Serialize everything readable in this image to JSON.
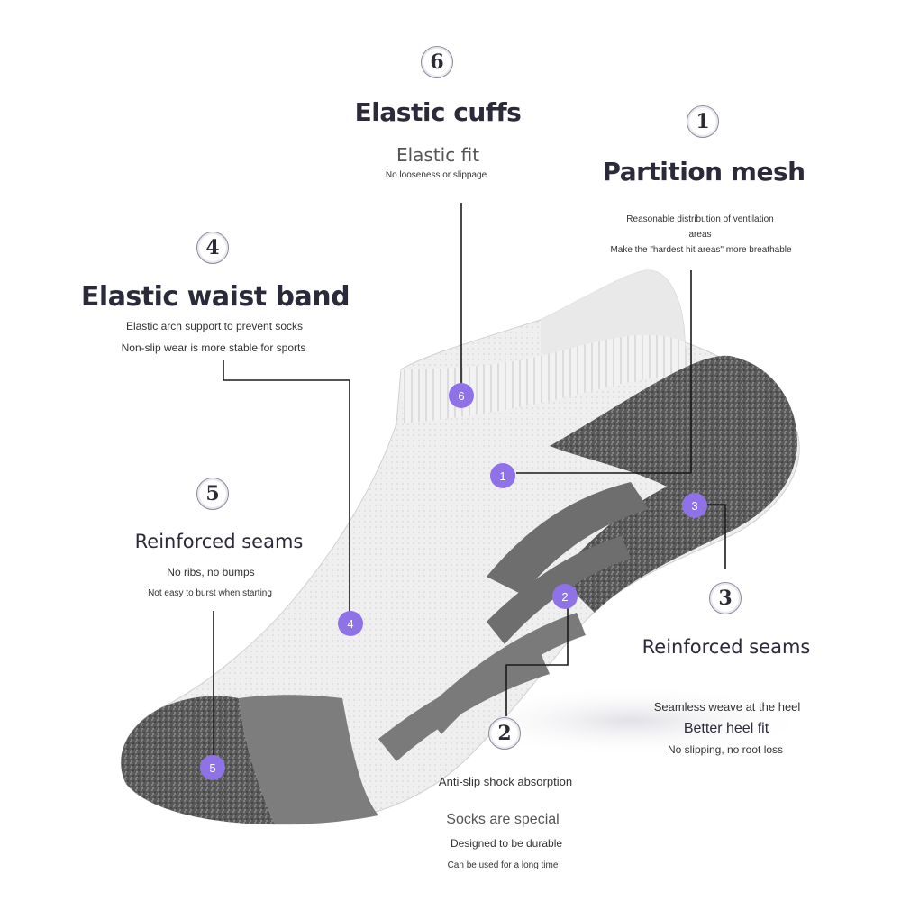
{
  "features": {
    "f6": {
      "num": "6",
      "title": "Elastic cuffs",
      "subtitle": "Elastic fit",
      "desc": "No looseness or slippage"
    },
    "f1": {
      "num": "1",
      "title": "Partition mesh",
      "desc1": "Reasonable distribution of ventilation",
      "desc2": "areas",
      "desc3": "Make the \"hardest hit areas\" more breathable"
    },
    "f4": {
      "num": "4",
      "title": "Elastic waist band",
      "desc1": "Elastic arch support to prevent socks",
      "desc2": "Non-slip wear is more stable for sports"
    },
    "f5": {
      "num": "5",
      "title": "Reinforced seams",
      "desc1": "No ribs, no bumps",
      "desc2": "Not easy to burst when starting"
    },
    "f3": {
      "num": "3",
      "title": "Reinforced seams",
      "desc1": "Seamless weave at the heel",
      "desc2": "Better heel fit",
      "desc3": "No slipping, no root loss"
    },
    "f2": {
      "num": "2",
      "title": "Anti-slip shock absorption",
      "desc1": "Socks are special",
      "desc2": "Designed to be durable",
      "desc3": "Can be used for a long time"
    }
  },
  "markers": [
    "6",
    "1",
    "3",
    "2",
    "4",
    "5"
  ],
  "colors": {
    "marker": "#8f72e8",
    "sock_white": "#f1f1f1",
    "sock_gray": "#6b6b6b",
    "sock_dark": "#4a4a4a"
  }
}
